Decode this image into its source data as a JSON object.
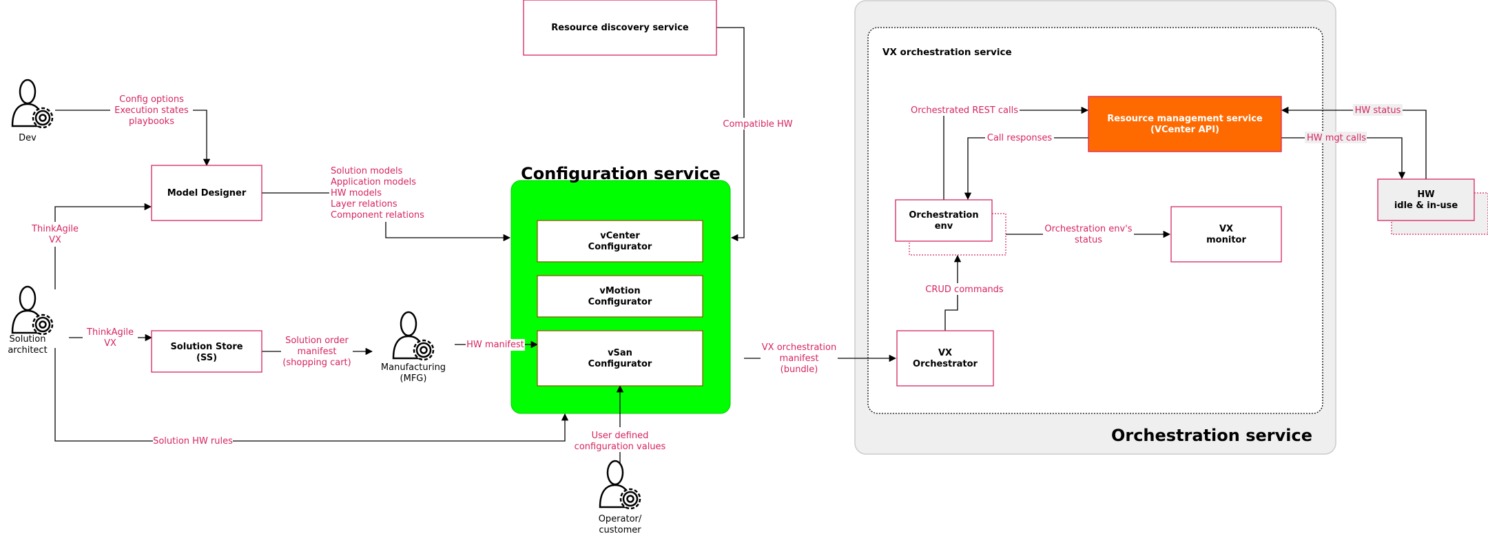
{
  "colors": {
    "node_border": "#d6245e",
    "edge_label": "#d6245e",
    "config_bg": "#00ff00",
    "orch_bg": "#efefef",
    "rms_fill": "#ff6a00",
    "line": "#000000"
  },
  "actors": {
    "dev": [
      "Dev"
    ],
    "solution_architect": [
      "Solution",
      "architect"
    ],
    "manufacturing": [
      "Manufacturing",
      "(MFG)"
    ],
    "operator": [
      "Operator/",
      "customer"
    ]
  },
  "nodes": {
    "resource_discovery": [
      "Resource discovery service"
    ],
    "model_designer": [
      "Model Designer"
    ],
    "solution_store": [
      "Solution Store",
      "(SS)"
    ],
    "vcenter_config": [
      "vCenter",
      "Configurator"
    ],
    "vmotion_config": [
      "vMotion",
      "Configurator"
    ],
    "vsan_config": [
      "vSan",
      "Configurator"
    ],
    "rms": [
      "Resource management service",
      "(VCenter API)"
    ],
    "orch_env": [
      "Orchestration",
      "env"
    ],
    "vx_monitor": [
      "VX",
      "monitor"
    ],
    "vx_orchestrator": [
      "VX",
      "Orchestrator"
    ],
    "hw": [
      "HW",
      "idle & in-use"
    ]
  },
  "groups": {
    "config_service_title": "Configuration service",
    "orchestration_service_title": "Orchestration service",
    "vx_orch_service_title": "VX orchestration service"
  },
  "edge_labels": {
    "config_options": [
      "Config options",
      "Execution states",
      "playbooks"
    ],
    "thinkagile_vx_1": [
      "ThinkAgile",
      "VX"
    ],
    "thinkagile_vx_2": [
      "ThinkAgile",
      "VX"
    ],
    "solution_models": [
      "Solution models",
      "Application models",
      "HW models",
      "Layer relations",
      "Component relations"
    ],
    "solution_order": [
      "Solution order",
      "manifest",
      "(shopping cart)"
    ],
    "hw_manifest": [
      "HW manifest"
    ],
    "solution_hw_rules": [
      "Solution HW rules"
    ],
    "user_defined": [
      "User defined",
      "configuration values"
    ],
    "compatible_hw": [
      "Compatible HW"
    ],
    "vx_orch_manifest": [
      "VX orchestration",
      "manifest",
      "(bundle)"
    ],
    "orchestrated_rest": [
      "Orchestrated REST calls"
    ],
    "call_responses": [
      "Call responses"
    ],
    "orch_env_status": [
      "Orchestration env's",
      "status"
    ],
    "crud_commands": [
      "CRUD commands"
    ],
    "hw_status": [
      "HW status"
    ],
    "hw_mgt_calls": [
      "HW mgt calls"
    ]
  }
}
